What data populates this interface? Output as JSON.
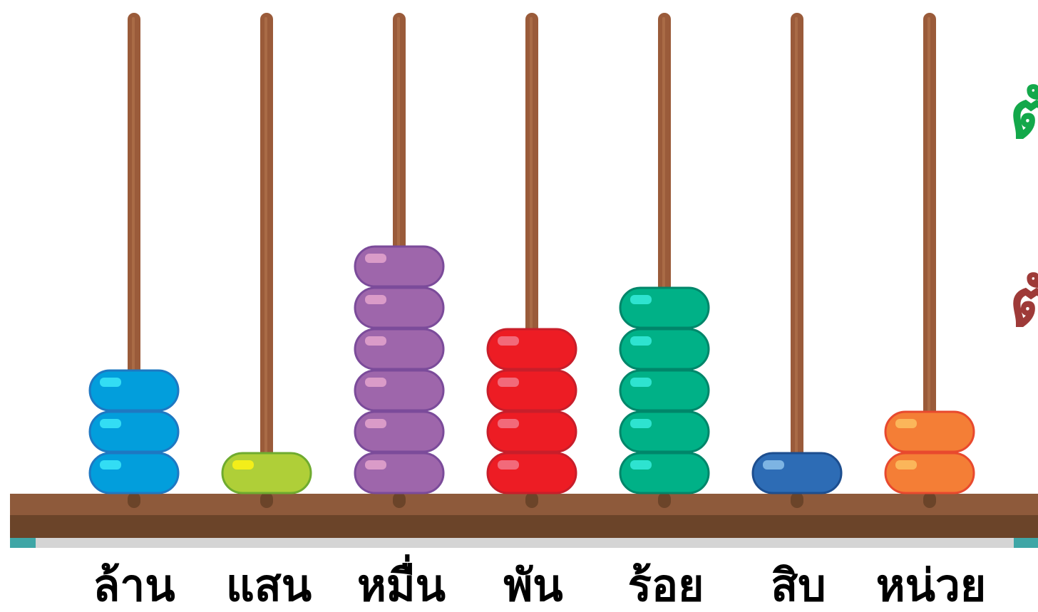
{
  "abacus": {
    "colors": {
      "rod": "#9A5B3A",
      "rod_highlight": "#B4764F",
      "frame_top": "#8E5A3B",
      "frame_bottom": "#6B4429",
      "base_strip": "#D5D5D5",
      "base_corner": "#3FA6A6"
    },
    "columns": [
      {
        "label": "ล้าน",
        "beads": 3,
        "color": "#029EDC",
        "border": "#1E78C2",
        "highlight": "#33DDF4"
      },
      {
        "label": "แสน",
        "beads": 1,
        "color": "#AFCF38",
        "border": "#6FAB2F",
        "highlight": "#F3EE1A"
      },
      {
        "label": "หมื่น",
        "beads": 6,
        "color": "#9E66AB",
        "border": "#7B4B9A",
        "highlight": "#DA9BC8"
      },
      {
        "label": "พัน",
        "beads": 4,
        "color": "#ED1C24",
        "border": "#C81E2A",
        "highlight": "#F26A7A"
      },
      {
        "label": "ร้อย",
        "beads": 5,
        "color": "#00B187",
        "border": "#00866A",
        "highlight": "#2EE3D0"
      },
      {
        "label": "สิบ",
        "beads": 1,
        "color": "#2D6CB5",
        "border": "#1D4E8F",
        "highlight": "#7DB4E3"
      },
      {
        "label": "หน่วย",
        "beads": 2,
        "color": "#F47E36",
        "border": "#E8492E",
        "highlight": "#FBB65A"
      }
    ]
  },
  "side_texts": [
    {
      "text": "ตั",
      "color": "#13A84A"
    },
    {
      "text": "ตั",
      "color": "#9E3A38"
    }
  ]
}
